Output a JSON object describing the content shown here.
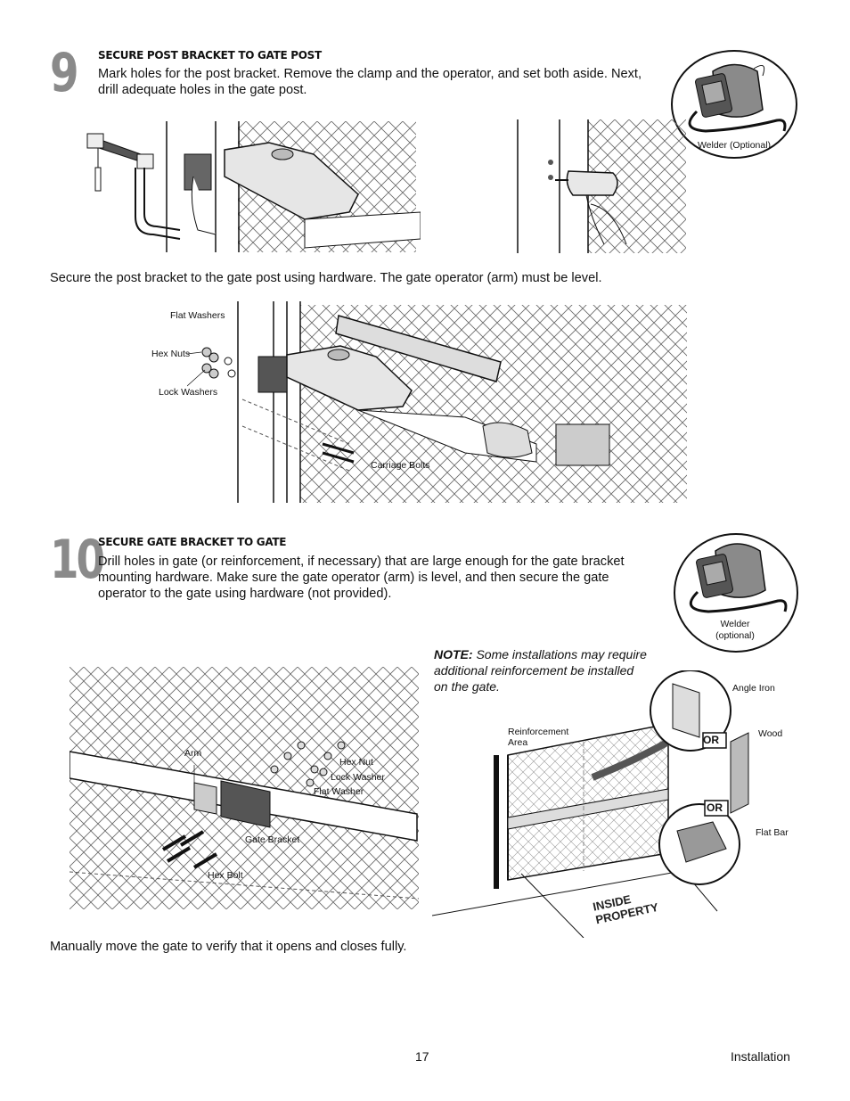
{
  "step9": {
    "number": "9",
    "heading": "SECURE POST BRACKET TO GATE POST",
    "text": "Mark holes for the post bracket. Remove the clamp and the operator, and set both aside. Next, drill adequate holes in the gate post.",
    "welder_label": "Welder (Optional)",
    "secure_text": "Secure the post bracket to the gate post using hardware. The gate operator (arm) must be level.",
    "labels": {
      "flat_washers": "Flat Washers",
      "hex_nuts": "Hex Nuts",
      "lock_washers": "Lock Washers",
      "carriage_bolts": "Carriage Bolts"
    }
  },
  "step10": {
    "number": "10",
    "heading": "SECURE GATE BRACKET TO GATE",
    "text": "Drill holes in gate (or reinforcement, if necessary) that are large enough for the gate bracket mounting hardware. Make sure the gate operator (arm) is level, and then secure the gate operator to the gate using hardware (not provided).",
    "welder_label_1": "Welder",
    "welder_label_2": "(optional)",
    "note_prefix": "NOTE:",
    "note_text": " Some installations may require additional reinforcement be installed on the gate.",
    "labels": {
      "arm": "Arm",
      "hex_nut": "Hex Nut",
      "lock_washer": "Lock Washer",
      "flat_washer": "Flat Washer",
      "gate_bracket": "Gate Bracket",
      "hex_bolt": "Hex Bolt",
      "reinforcement_1": "Reinforcement",
      "reinforcement_2": "Area",
      "angle_iron": "Angle Iron",
      "wood": "Wood",
      "flat_bar": "Flat Bar",
      "or_1": "OR",
      "or_2": "OR",
      "inside_1": "INSIDE",
      "inside_2": "PROPERTY"
    },
    "final_text": "Manually move the gate to verify that it opens and closes fully."
  },
  "footer": {
    "page_number": "17",
    "section": "Installation"
  }
}
